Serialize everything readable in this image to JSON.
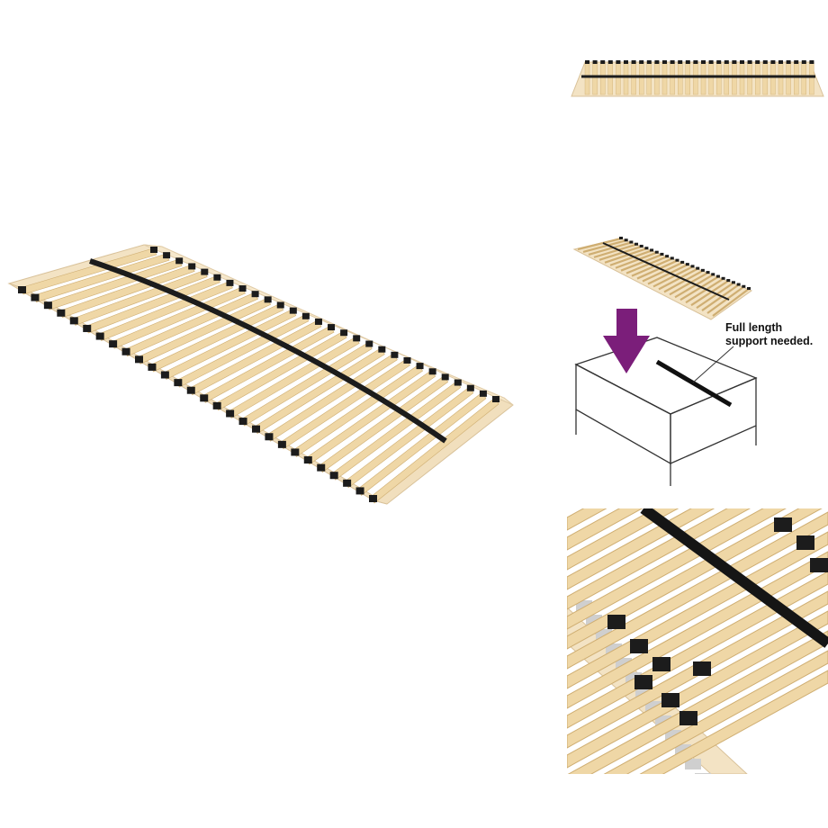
{
  "diagram": {
    "callout_line1": "Full length",
    "callout_line2": "support needed."
  },
  "colors": {
    "slat": "#efd7a6",
    "slat_edge": "#cfae72",
    "frame": "#f3e3c4",
    "frame_edge": "#d9c29a",
    "cap": "#1c1c1c",
    "arrow": "#7b1e7a"
  },
  "product": {
    "slat_count": 28
  }
}
